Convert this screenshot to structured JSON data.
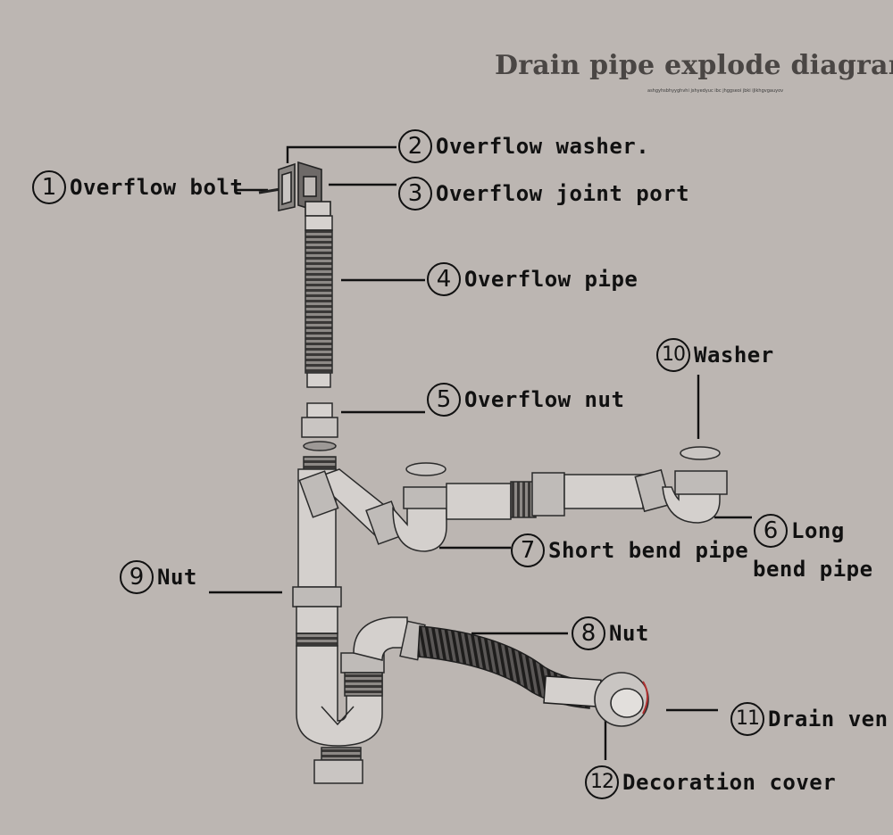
{
  "title": "Drain pipe explode diagram",
  "subtitle": "ashgyhsbhyyghvhi jshyedyuc ibc jhggseoi jbki iJikhgvgauyov",
  "callouts": [
    {
      "num": "1",
      "label": "Overflow bolt"
    },
    {
      "num": "2",
      "label": "Overflow washer."
    },
    {
      "num": "3",
      "label": "Overflow joint port"
    },
    {
      "num": "4",
      "label": "Overflow pipe"
    },
    {
      "num": "5",
      "label": "Overflow nut"
    },
    {
      "num": "6",
      "label": "Long",
      "label2": "bend pipe"
    },
    {
      "num": "7",
      "label": "Short bend pipe"
    },
    {
      "num": "8",
      "label": "Nut"
    },
    {
      "num": "9",
      "label": "Nut"
    },
    {
      "num": "10",
      "label": "Washer"
    },
    {
      "num": "11",
      "label": "Drain ven"
    },
    {
      "num": "12",
      "label": "Decoration cover"
    }
  ],
  "colors": {
    "background": "#bcb6b2",
    "line": "#111111",
    "pipe_fill": "#d4d0cd",
    "pipe_stroke": "#2a2a2a"
  }
}
